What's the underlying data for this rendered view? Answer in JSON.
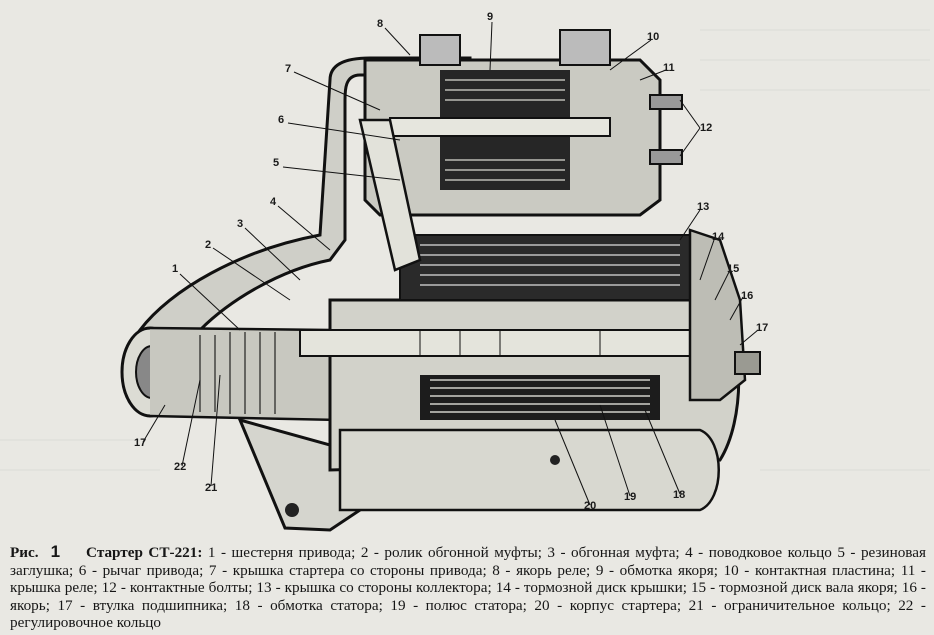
{
  "figure": {
    "callouts": [
      "1",
      "2",
      "3",
      "4",
      "5",
      "6",
      "7",
      "8",
      "9",
      "10",
      "11",
      "12",
      "13",
      "14",
      "15",
      "16",
      "17",
      "17",
      "18",
      "19",
      "20",
      "21",
      "22"
    ]
  },
  "caption": {
    "prefix": "Рис.",
    "number": "1",
    "title": "Стартер СТ-221:",
    "text": "1 - шестерня привода; 2 - ролик обгонной муфты; 3 - обгонная муфта; 4 - поводковое кольцо 5 - резиновая заглушка; 6 - рычаг привода; 7 - крышка стартера со стороны привода; 8 - якорь реле; 9 - обмотка якоря; 10 - контактная пластина; 11 - крышка реле; 12 - контактные болты; 13 - крышка со стороны коллектора; 14 - тормозной диск крышки; 15 - тормозной диск вала якоря; 16 - якорь; 17 - втулка подшипника; 18 - обмотка статора; 19 - полюс статора; 20 - корпус стартера; 21 - ограничительное кольцо; 22 - регулировочное кольцо"
  }
}
